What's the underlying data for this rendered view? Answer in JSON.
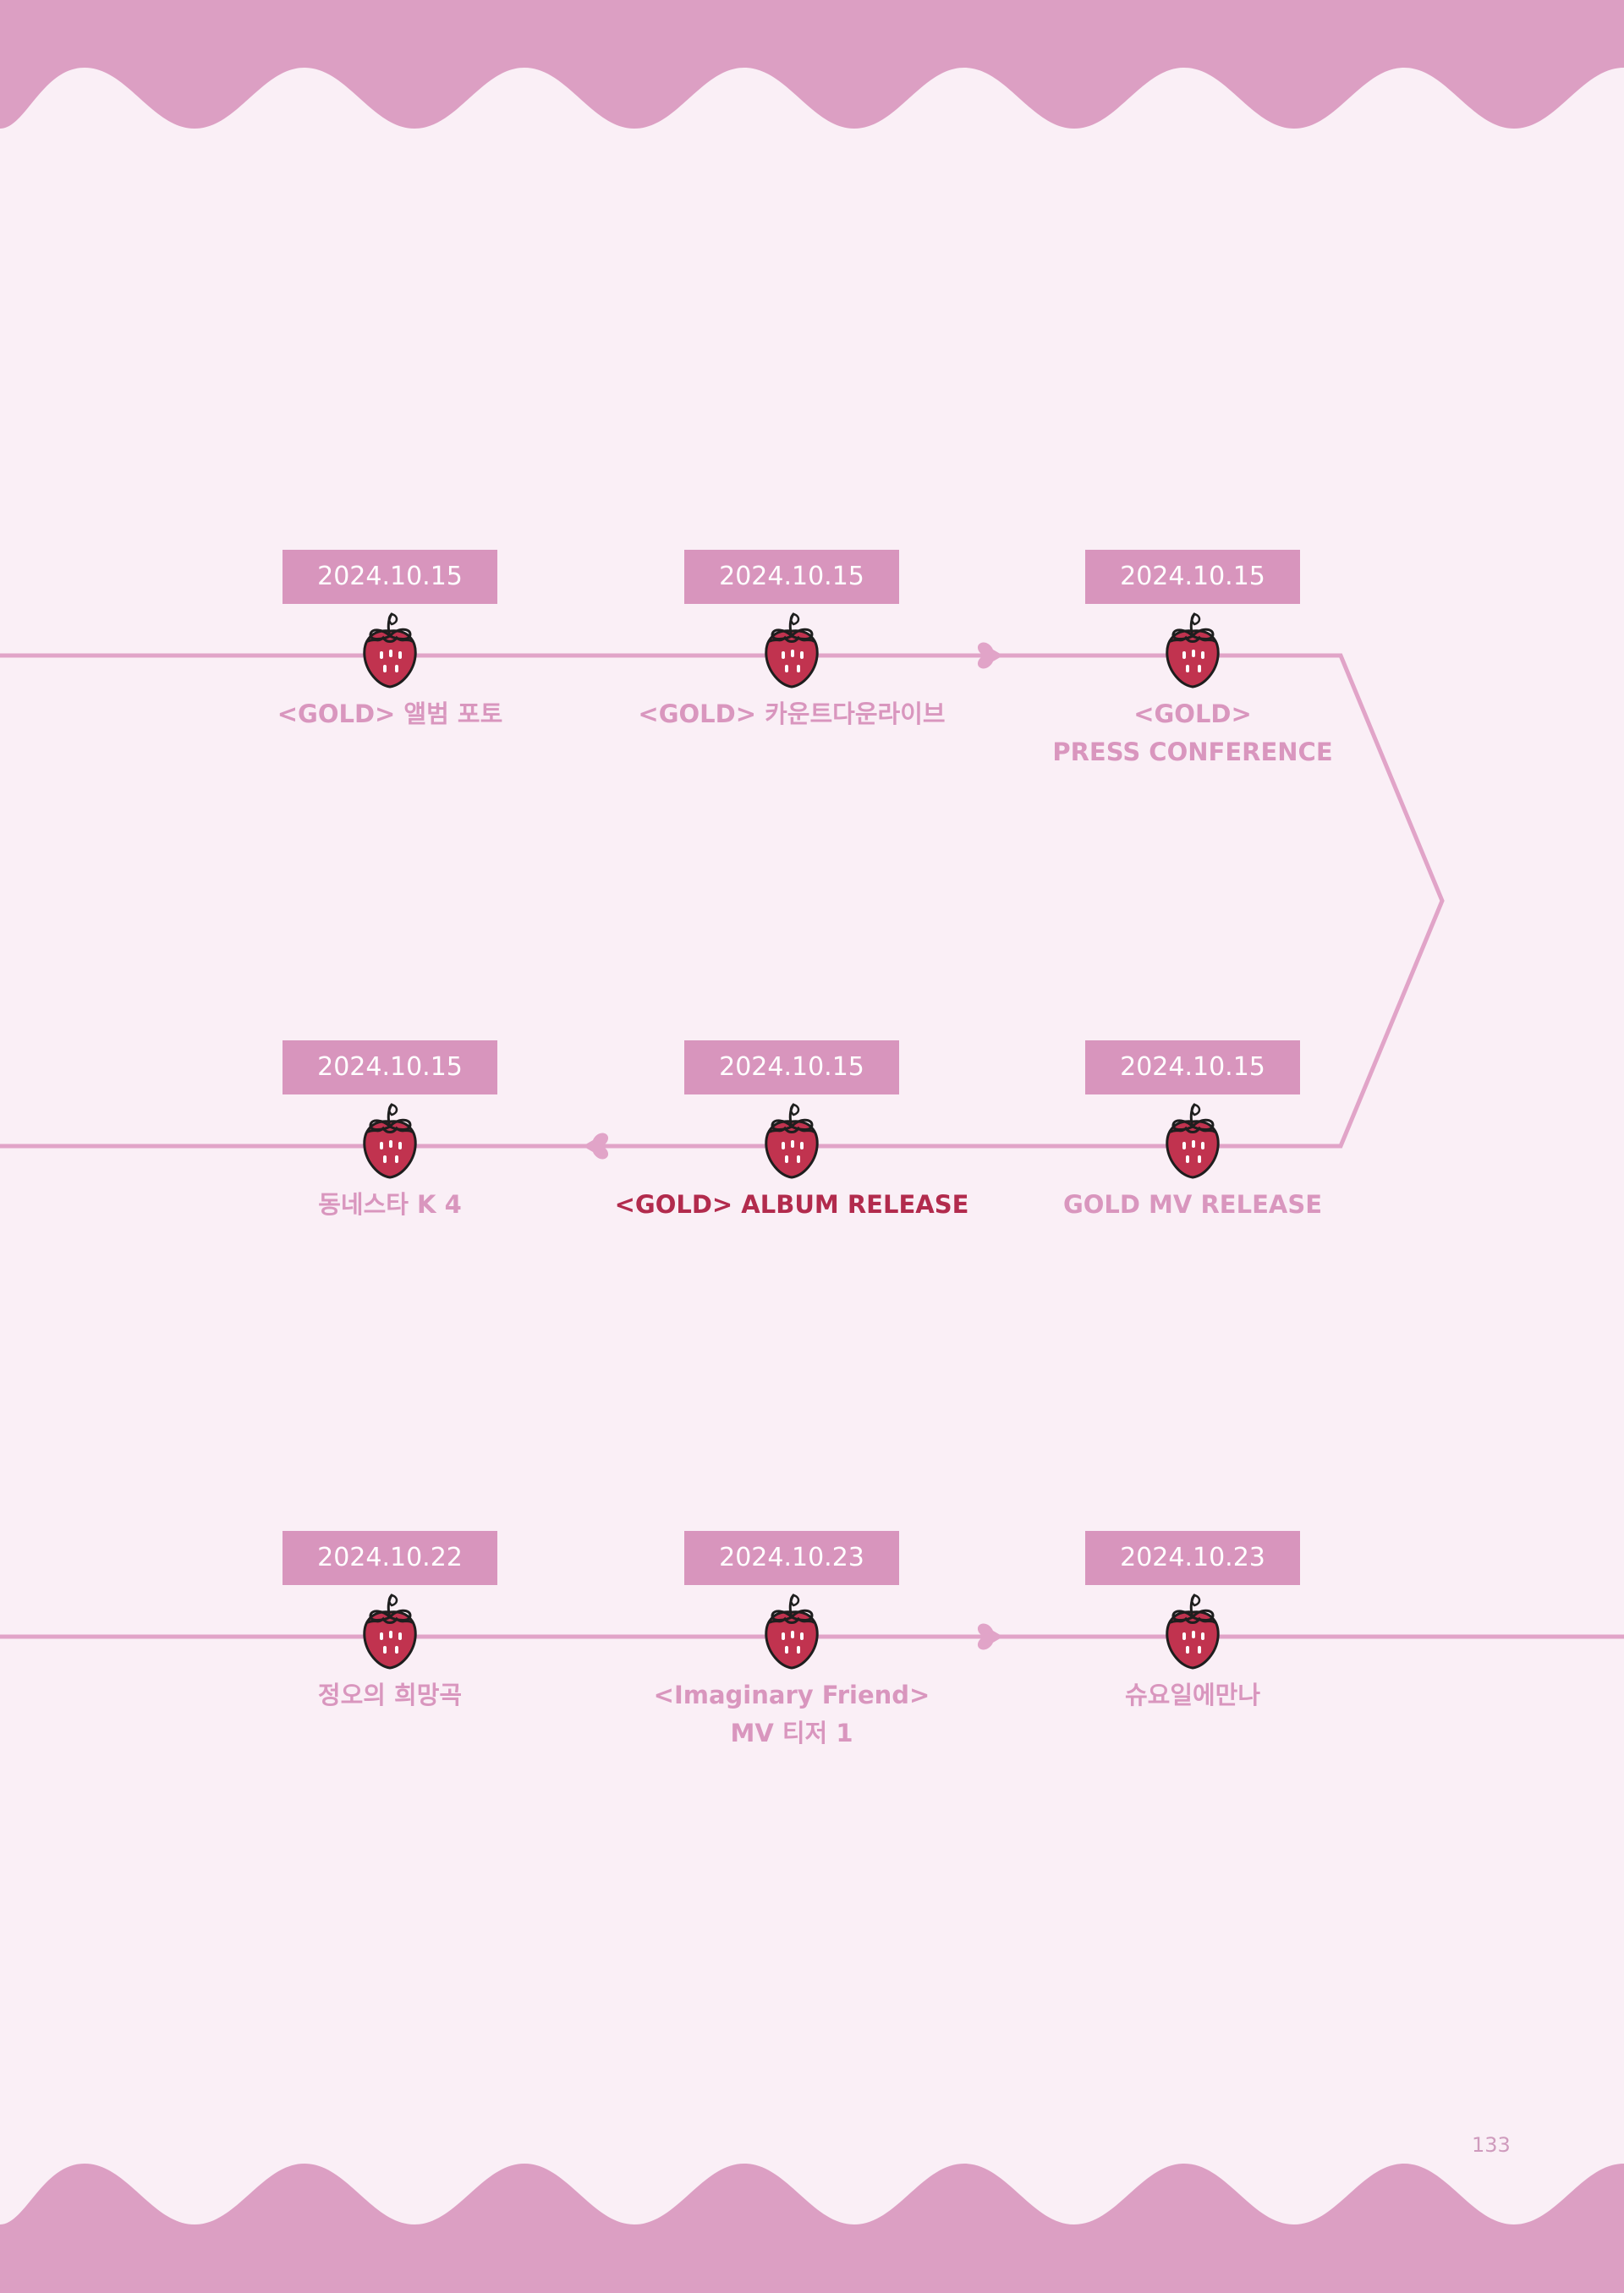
{
  "colors": {
    "background": "#faeff6",
    "wave": "#dc9fc3",
    "timeline": "#e1a4c8",
    "badge": "#d895bd",
    "caption": "#d996be",
    "caption_highlight": "#b22b4d",
    "strawberry": "#c1334f"
  },
  "events": [
    {
      "date": "2024.10.15",
      "lines": [
        "<GOLD> 앨범 포토"
      ],
      "highlight": false
    },
    {
      "date": "2024.10.15",
      "lines": [
        "<GOLD> 카운트다운라이브"
      ],
      "highlight": false
    },
    {
      "date": "2024.10.15",
      "lines": [
        "<GOLD>",
        "PRESS CONFERENCE"
      ],
      "highlight": false
    },
    {
      "date": "2024.10.15",
      "lines": [
        "동네스타 K 4"
      ],
      "highlight": false
    },
    {
      "date": "2024.10.15",
      "lines": [
        "<GOLD> ALBUM RELEASE"
      ],
      "highlight": true
    },
    {
      "date": "2024.10.15",
      "lines": [
        "GOLD MV RELEASE"
      ],
      "highlight": false
    },
    {
      "date": "2024.10.22",
      "lines": [
        "정오의 희망곡"
      ],
      "highlight": false
    },
    {
      "date": "2024.10.23",
      "lines": [
        "<Imaginary Friend>",
        "MV 티저 1"
      ],
      "highlight": false
    },
    {
      "date": "2024.10.23",
      "lines": [
        "슈요일에만나"
      ],
      "highlight": false
    }
  ],
  "icons": {
    "event_marker": "strawberry-icon",
    "direction_marker": "heart-arrow-icon"
  },
  "page_number": "133"
}
